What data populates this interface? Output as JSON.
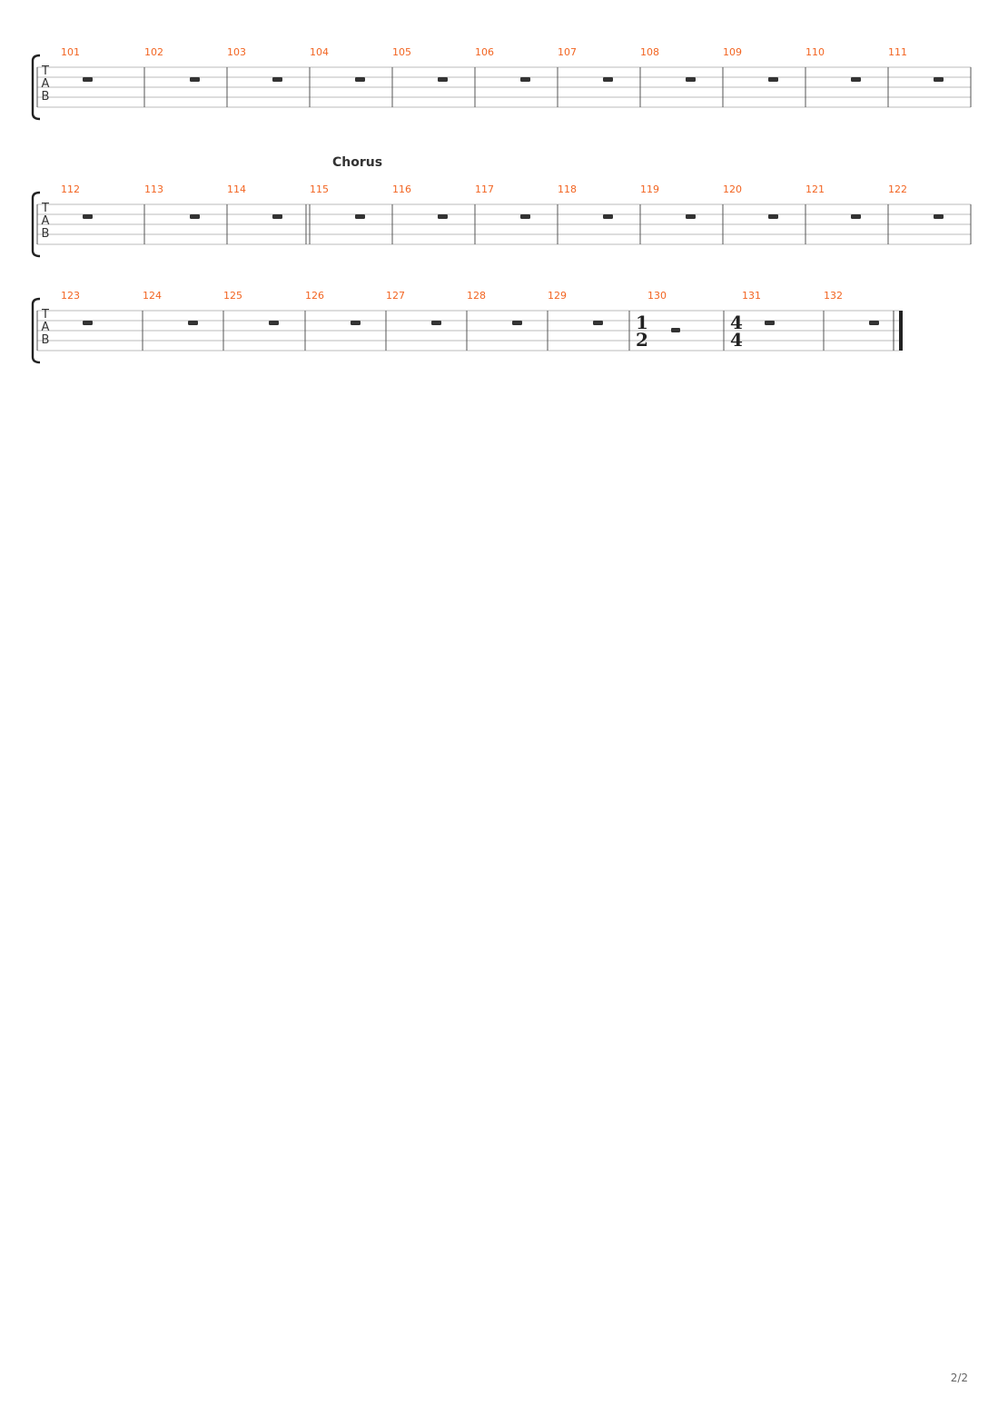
{
  "document": {
    "page_number": "2/2",
    "clef_letters": [
      "T",
      "A",
      "B"
    ],
    "rest_color": "#333333",
    "bar_number_color": "#f26522",
    "systems": [
      {
        "measures": [
          {
            "number": "101",
            "content": "whole-rest"
          },
          {
            "number": "102",
            "content": "whole-rest"
          },
          {
            "number": "103",
            "content": "whole-rest"
          },
          {
            "number": "104",
            "content": "whole-rest"
          },
          {
            "number": "105",
            "content": "whole-rest"
          },
          {
            "number": "106",
            "content": "whole-rest"
          },
          {
            "number": "107",
            "content": "whole-rest"
          },
          {
            "number": "108",
            "content": "whole-rest"
          },
          {
            "number": "109",
            "content": "whole-rest"
          },
          {
            "number": "110",
            "content": "whole-rest"
          },
          {
            "number": "111",
            "content": "whole-rest"
          }
        ]
      },
      {
        "section_label": "Chorus",
        "measures": [
          {
            "number": "112",
            "content": "whole-rest"
          },
          {
            "number": "113",
            "content": "whole-rest"
          },
          {
            "number": "114",
            "content": "whole-rest",
            "double_bar_after": true
          },
          {
            "number": "115",
            "content": "whole-rest"
          },
          {
            "number": "116",
            "content": "whole-rest"
          },
          {
            "number": "117",
            "content": "whole-rest"
          },
          {
            "number": "118",
            "content": "whole-rest"
          },
          {
            "number": "119",
            "content": "whole-rest"
          },
          {
            "number": "120",
            "content": "whole-rest"
          },
          {
            "number": "121",
            "content": "whole-rest"
          },
          {
            "number": "122",
            "content": "whole-rest"
          }
        ]
      },
      {
        "measures": [
          {
            "number": "123",
            "content": "whole-rest"
          },
          {
            "number": "124",
            "content": "whole-rest"
          },
          {
            "number": "125",
            "content": "whole-rest"
          },
          {
            "number": "126",
            "content": "whole-rest"
          },
          {
            "number": "127",
            "content": "whole-rest"
          },
          {
            "number": "128",
            "content": "whole-rest"
          },
          {
            "number": "129",
            "content": "whole-rest"
          },
          {
            "number": "130",
            "content": "half-rest",
            "time_signature": {
              "top": "1",
              "bottom": "2"
            }
          },
          {
            "number": "131",
            "content": "whole-rest",
            "time_signature": {
              "top": "4",
              "bottom": "4"
            }
          },
          {
            "number": "132",
            "content": "whole-rest",
            "final_bar": true
          }
        ]
      }
    ]
  }
}
